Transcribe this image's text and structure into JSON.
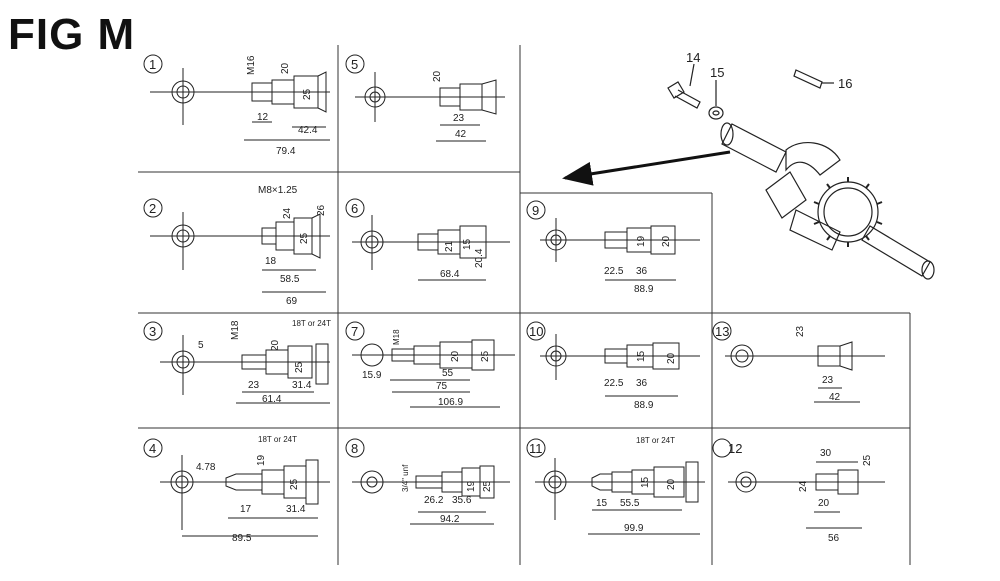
{
  "figure_title": "FIG M",
  "part_callouts": [
    "14",
    "15",
    "16"
  ],
  "panels": [
    {
      "num": "1",
      "dims": [
        "M16",
        "20",
        "25",
        "12",
        "42.4",
        "79.4"
      ]
    },
    {
      "num": "5",
      "dims": [
        "20",
        "23",
        "42"
      ]
    },
    {
      "num": "2",
      "dims": [
        "M8×1.25",
        "24",
        "26",
        "25",
        "18",
        "58.5",
        "69"
      ]
    },
    {
      "num": "6",
      "dims": [
        "21",
        "15",
        "20.4",
        "68.4"
      ]
    },
    {
      "num": "9",
      "dims": [
        "19",
        "20",
        "22.5",
        "36",
        "88.9"
      ]
    },
    {
      "num": "3",
      "dims": [
        "5",
        "M18",
        "20",
        "25",
        "23",
        "31.4",
        "61.4",
        "18T or 24T"
      ]
    },
    {
      "num": "7",
      "dims": [
        "M18",
        "20",
        "25",
        "15.9",
        "55",
        "75",
        "106.9"
      ]
    },
    {
      "num": "10",
      "dims": [
        "15",
        "20",
        "22.5",
        "36",
        "88.9"
      ]
    },
    {
      "num": "13",
      "dims": [
        "23",
        "23",
        "42"
      ]
    },
    {
      "num": "4",
      "dims": [
        "4.78",
        "19",
        "25",
        "17",
        "31.4",
        "89.5",
        "18T or 24T"
      ]
    },
    {
      "num": "8",
      "dims": [
        "3/4\" unf",
        "19",
        "25",
        "26.2",
        "35.6",
        "94.2"
      ]
    },
    {
      "num": "11",
      "dims": [
        "15",
        "20",
        "15",
        "55.5",
        "99.9",
        "18T or 24T"
      ]
    },
    {
      "num": "12",
      "dims": [
        "30",
        "25",
        "24",
        "20",
        "56"
      ]
    }
  ]
}
